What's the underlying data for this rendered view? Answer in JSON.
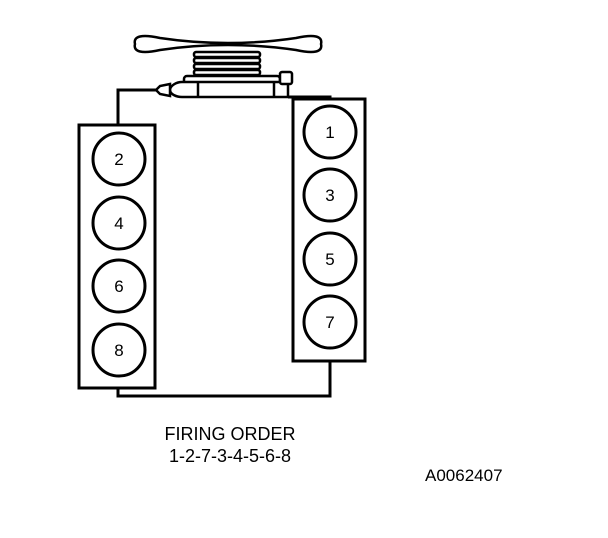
{
  "diagram": {
    "caption_title": "FIRING ORDER",
    "caption_sequence": "1-2-7-3-4-5-6-8",
    "part_code": "A0062407",
    "left_bank": [
      "2",
      "4",
      "6",
      "8"
    ],
    "right_bank": [
      "1",
      "3",
      "5",
      "7"
    ]
  },
  "colors": {
    "line": "#000000",
    "background": "#ffffff"
  }
}
